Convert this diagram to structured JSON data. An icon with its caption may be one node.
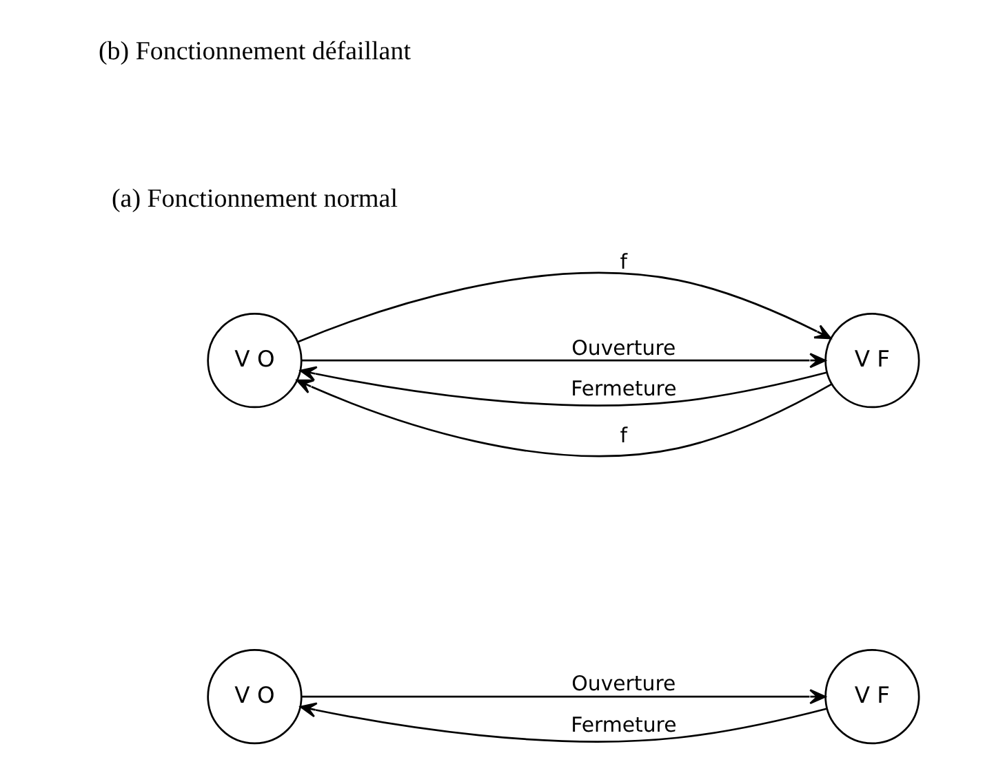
{
  "diagram": {
    "nodes": [
      {
        "text": [
          "V O"
        ]
      },
      {
        "text": [
          "V F"
        ]
      },
      {
        "text": [
          "V O"
        ]
      },
      {
        "text": [
          "V F"
        ]
      }
    ],
    "edges": [
      {
        "from": 0,
        "to": 1,
        "arrow": "to",
        "label": "Ouverture"
      },
      {
        "from": 1,
        "to": 0,
        "arrow": "to",
        "label": "Fermeture"
      },
      {
        "from": 2,
        "to": 3,
        "arrow": "to",
        "label": "f"
      },
      {
        "from": 2,
        "to": 3,
        "arrow": "to",
        "label": "Ouverture"
      },
      {
        "from": 3,
        "to": 2,
        "arrow": "to",
        "label": "Fermeture"
      },
      {
        "from": 3,
        "to": 2,
        "arrow": "to",
        "label": "f"
      }
    ],
    "labels": [
      "(a) Fonctionnement normal",
      "(b) Fonctionnement défaillant"
    ]
  }
}
